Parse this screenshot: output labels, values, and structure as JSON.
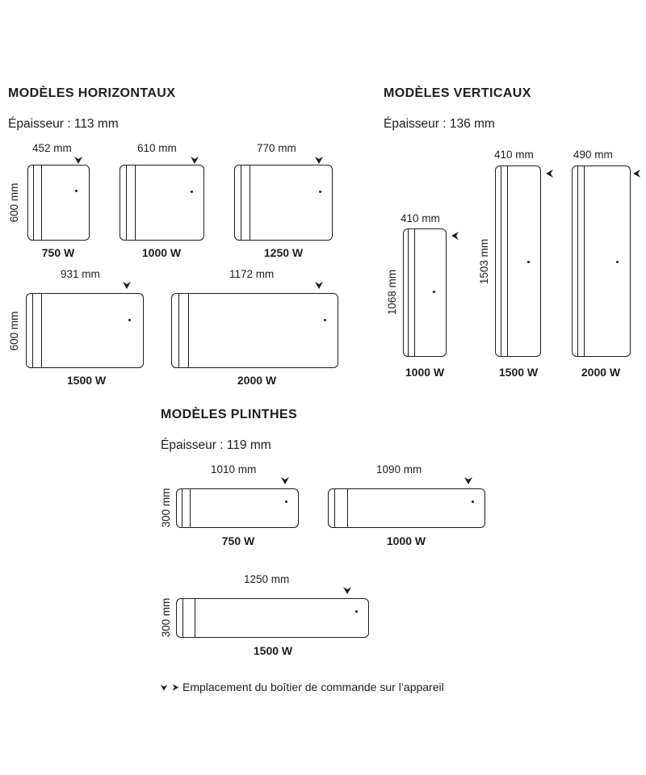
{
  "sections": {
    "horizontal": {
      "title": "MODÈLES HORIZONTAUX",
      "thickness": "Épaisseur : 113 mm",
      "height_label_row1": "600 mm",
      "height_label_row2": "600 mm",
      "models": [
        {
          "width": "452 mm",
          "power": "750 W"
        },
        {
          "width": "610 mm",
          "power": "1000 W"
        },
        {
          "width": "770 mm",
          "power": "1250 W"
        },
        {
          "width": "931 mm",
          "power": "1500 W"
        },
        {
          "width": "1172 mm",
          "power": "2000 W"
        }
      ]
    },
    "vertical": {
      "title": "MODÈLES VERTICAUX",
      "thickness": "Épaisseur : 136 mm",
      "models": [
        {
          "width": "410 mm",
          "height": "1068 mm",
          "power": "1000 W"
        },
        {
          "width": "410 mm",
          "height": "1503 mm",
          "power": "1500 W"
        },
        {
          "width": "490 mm",
          "height": "",
          "power": "2000 W"
        }
      ]
    },
    "plinth": {
      "title": "MODÈLES PLINTHES",
      "thickness": "Épaisseur : 119 mm",
      "height_label_row1": "300 mm",
      "height_label_row2": "300 mm",
      "models": [
        {
          "width": "1010 mm",
          "power": "750 W"
        },
        {
          "width": "1090 mm",
          "power": "1000 W"
        },
        {
          "width": "1250 mm",
          "power": "1500 W"
        }
      ]
    }
  },
  "legend": {
    "text": "Emplacement du boîtier de commande sur l’appareil",
    "icons": [
      "arrow-down-icon",
      "arrow-right-icon"
    ]
  },
  "colors": {
    "line": "#1d1d1b",
    "background": "#ffffff"
  }
}
